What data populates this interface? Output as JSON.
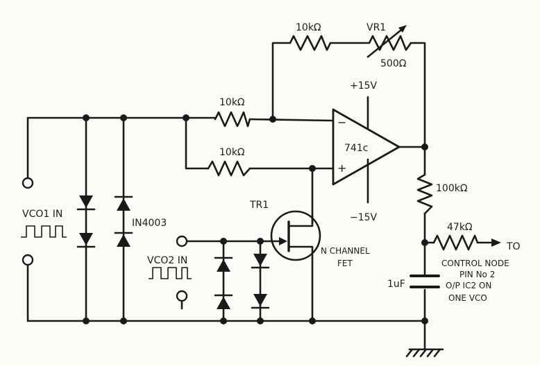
{
  "labels": {
    "r_feedback": "10kΩ",
    "vr1": "VR1",
    "vr1_value": "500Ω",
    "plus_supply": "+15V",
    "r_in_top": "10kΩ",
    "r_in_bottom": "10kΩ",
    "opamp": "741c",
    "inv_sign": "−",
    "noninv_sign": "+",
    "minus_supply": "−15V",
    "r_div": "100kΩ",
    "r_out": "47kΩ",
    "to_label": "TO",
    "control_node": "CONTROL NODE",
    "pin_no": "PIN No 2",
    "op_ic2": "O/P IC2 ON",
    "one_vco": "ONE VCO",
    "cap": "1uF",
    "tr1": "TR1",
    "n_channel": "N CHANNEL",
    "fet": "FET",
    "diode_part": "IN4003",
    "vco1_in": "VCO1 IN",
    "vco2_in": "VCO2 IN"
  }
}
